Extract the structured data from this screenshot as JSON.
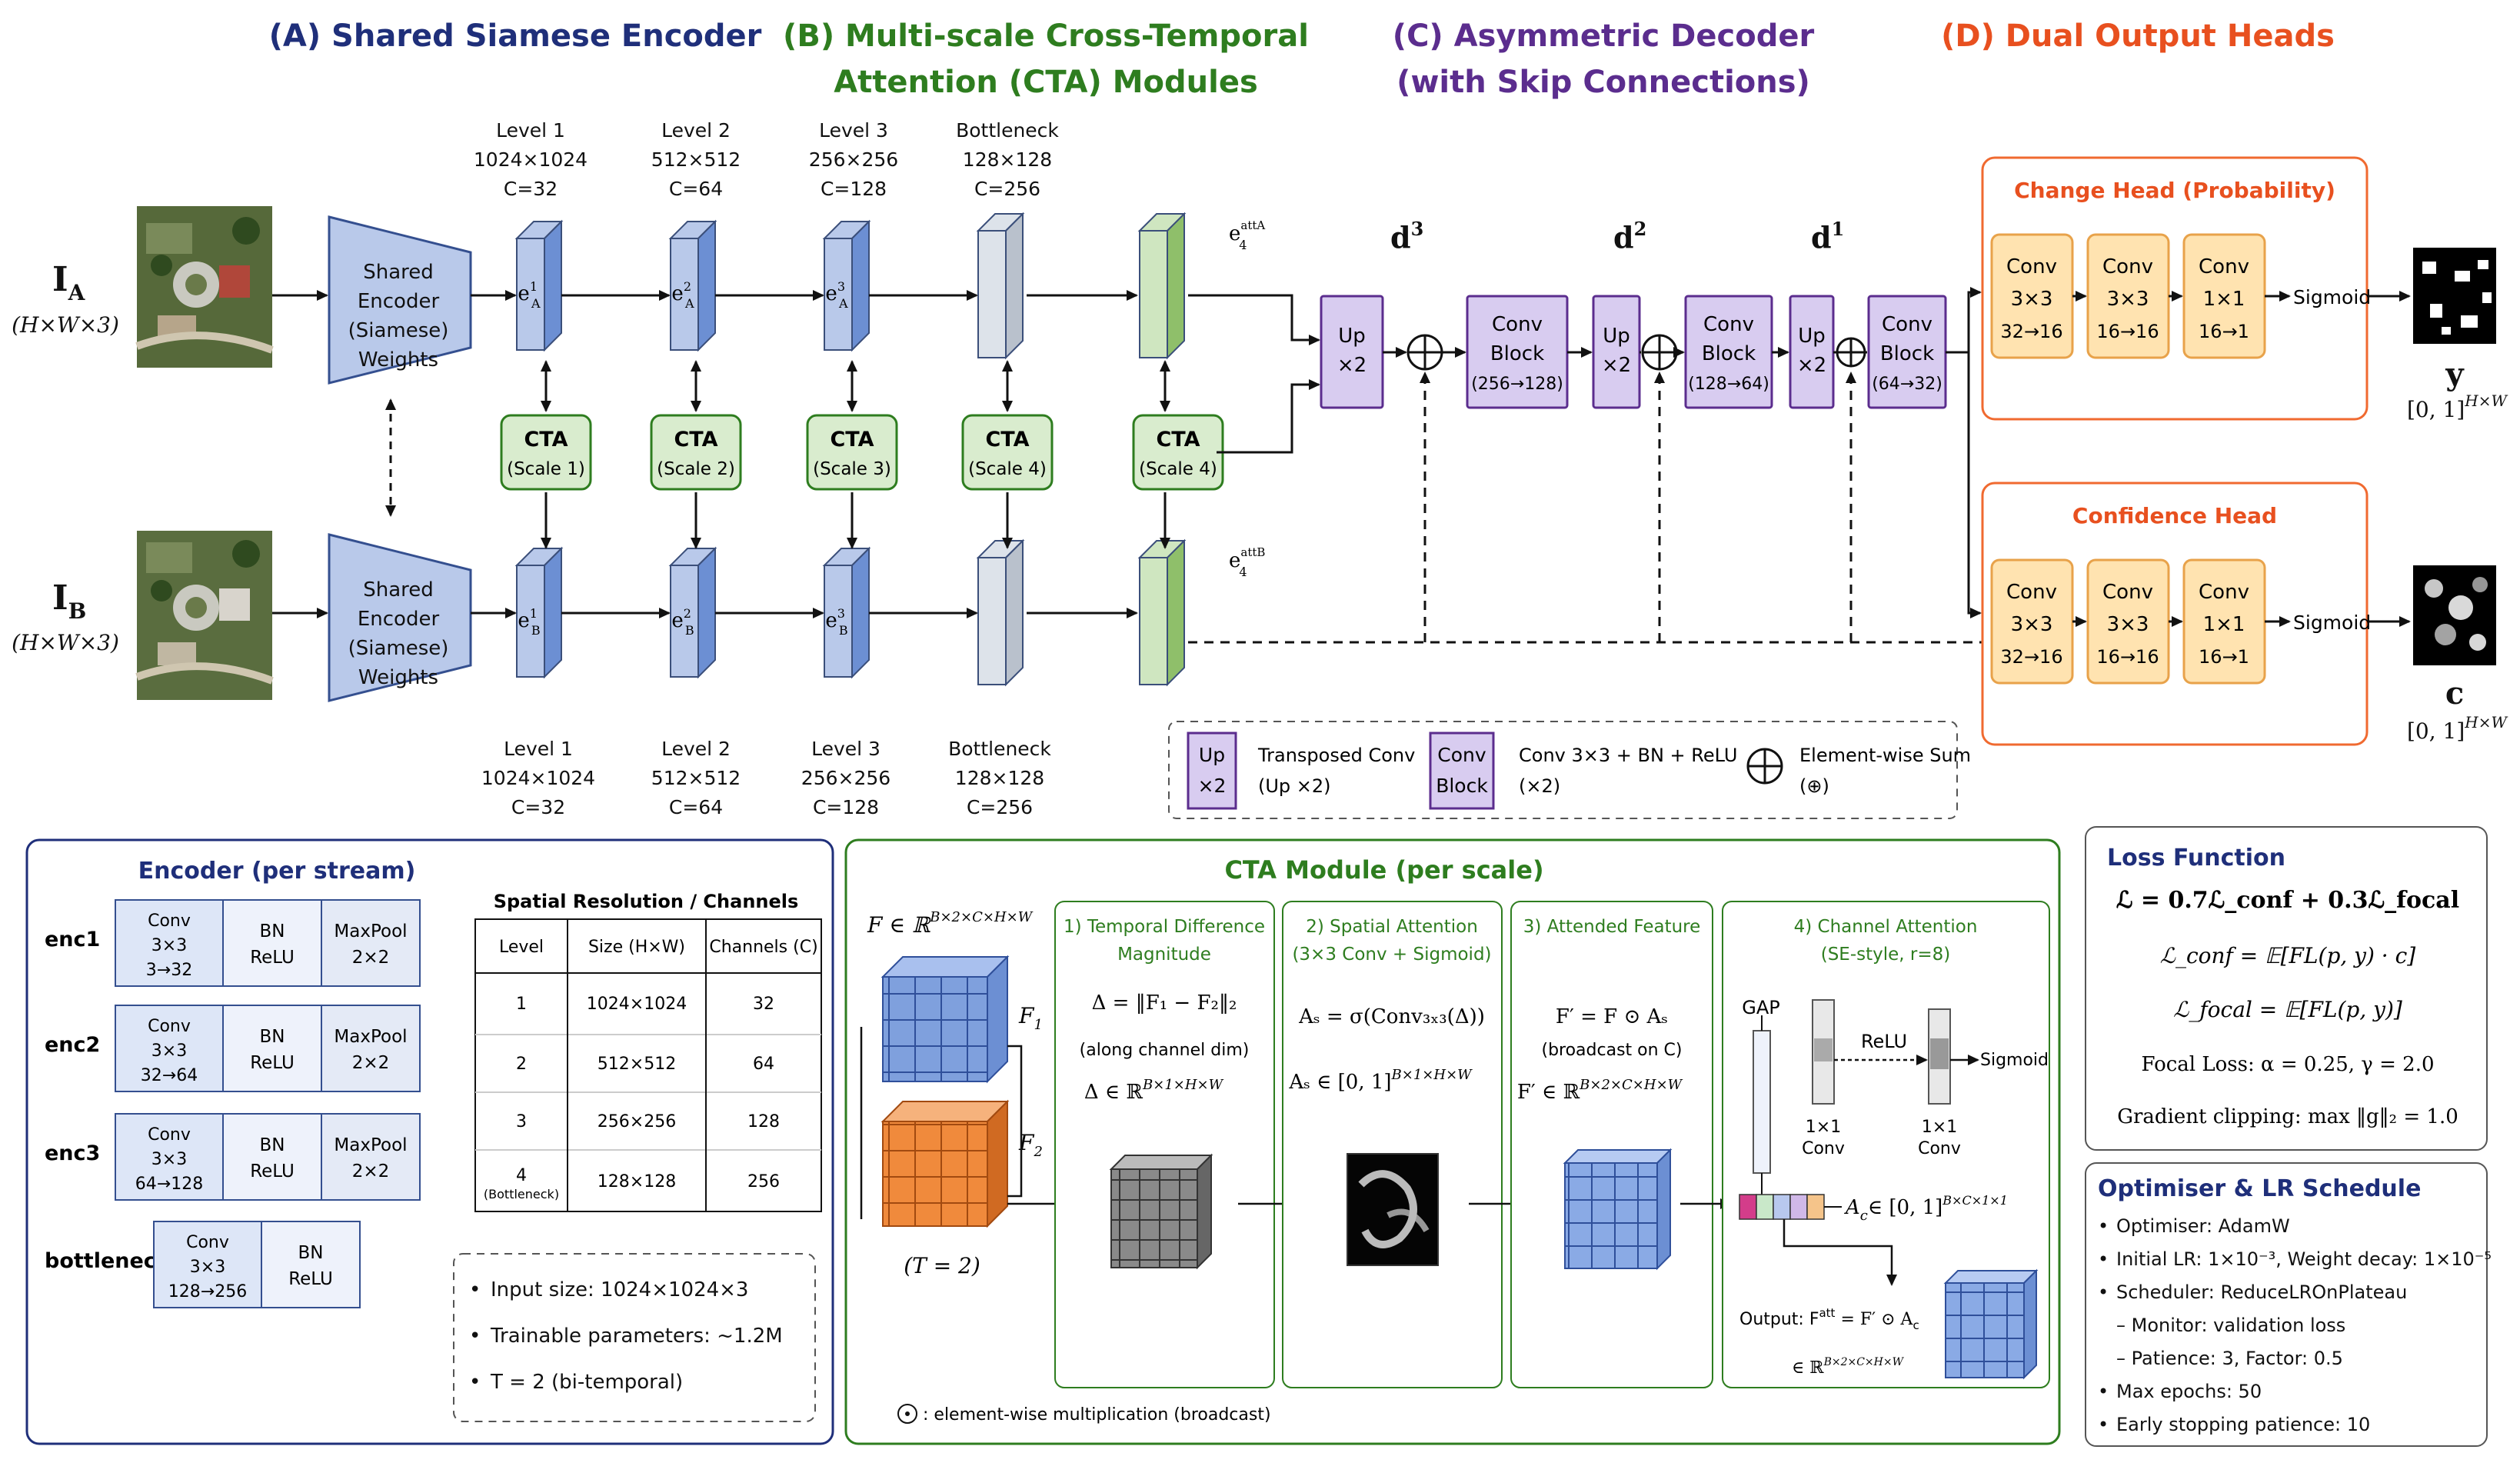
{
  "sections": {
    "a": "(A) Shared Siamese Encoder",
    "b1": "(B) Multi-scale Cross-Temporal",
    "b2": "Attention (CTA) Modules",
    "c1": "(C) Asymmetric Decoder",
    "c2": "(with Skip Connections)",
    "d": "(D) Dual Output Heads"
  },
  "colors": {
    "a": "#1f2f7a",
    "b": "#2e7d1f",
    "c": "#5b2d8e",
    "d": "#e8501f",
    "enc_fill": "#b9c9ea",
    "cta_fill": "#d9ecce",
    "dec_fill": "#d8ccf0",
    "head_fill": "#ffe3b0",
    "head_border": "#f06a30"
  },
  "inputs": {
    "a_label": "I",
    "a_sub": "A",
    "b_label": "I",
    "b_sub": "B",
    "dims": "(H×W×3)"
  },
  "encoder_block": [
    "Shared",
    "Encoder",
    "(Siamese)",
    "Weights"
  ],
  "levels": [
    {
      "name": "Level 1",
      "size": "1024×1024",
      "ch": "C=32"
    },
    {
      "name": "Level 2",
      "size": "512×512",
      "ch": "C=64"
    },
    {
      "name": "Level 3",
      "size": "256×256",
      "ch": "C=128"
    },
    {
      "name": "Bottleneck",
      "size": "128×128",
      "ch": "C=256"
    }
  ],
  "feature_labels": {
    "a": [
      {
        "m": "e",
        "sup": "1",
        "sub": "A"
      },
      {
        "m": "e",
        "sup": "2",
        "sub": "A"
      },
      {
        "m": "e",
        "sup": "3",
        "sub": "A"
      }
    ],
    "b": [
      {
        "m": "e",
        "sup": "1",
        "sub": "B"
      },
      {
        "m": "e",
        "sup": "2",
        "sub": "B"
      },
      {
        "m": "e",
        "sup": "3",
        "sub": "B"
      }
    ],
    "att_a": {
      "m": "e",
      "sup": "attA",
      "sub": "4"
    },
    "att_b": {
      "m": "e",
      "sup": "attB",
      "sub": "4"
    }
  },
  "cta_blocks": [
    {
      "title": "CTA",
      "scale": "(Scale 1)"
    },
    {
      "title": "CTA",
      "scale": "(Scale 2)"
    },
    {
      "title": "CTA",
      "scale": "(Scale 3)"
    },
    {
      "title": "CTA",
      "scale": "(Scale 4)"
    },
    {
      "title": "CTA",
      "scale": "(Scale 4)"
    }
  ],
  "decoder": {
    "d3": "d",
    "d3_sup": "3",
    "d2": "d",
    "d2_sup": "2",
    "d1": "d",
    "d1_sup": "1",
    "up": [
      "Up",
      "×2"
    ],
    "conv_blocks": [
      [
        "Conv",
        "Block",
        "(256→128)"
      ],
      [
        "Conv",
        "Block",
        "(128→64)"
      ],
      [
        "Conv",
        "Block",
        "(64→32)"
      ]
    ]
  },
  "legend": {
    "up": [
      "Up",
      "×2"
    ],
    "up_desc": [
      "Transposed Conv",
      "(Up ×2)"
    ],
    "conv": [
      "Conv",
      "Block"
    ],
    "conv_desc": [
      "Conv 3×3 + BN + ReLU",
      "(×2)"
    ],
    "sum_desc": "Element-wise Sum",
    "sum_sym": "(⊕)"
  },
  "heads": {
    "change_title": "Change Head (Probability)",
    "conf_title": "Confidence Head",
    "blocks": [
      [
        "Conv",
        "3×3",
        "32→16"
      ],
      [
        "Conv",
        "3×3",
        "16→16"
      ],
      [
        "Conv",
        "1×1",
        "16→1"
      ]
    ],
    "sigmoid": "Sigmoid",
    "y": "y",
    "c": "c",
    "range": "[0, 1]",
    "range_sup": "H×W"
  },
  "encoder_panel": {
    "title": "Encoder (per stream)",
    "rows": [
      {
        "name": "enc1",
        "conv": [
          "Conv",
          "3×3",
          "3→32"
        ],
        "bn": [
          "BN",
          "ReLU"
        ],
        "pool": [
          "MaxPool",
          "2×2"
        ]
      },
      {
        "name": "enc2",
        "conv": [
          "Conv",
          "3×3",
          "32→64"
        ],
        "bn": [
          "BN",
          "ReLU"
        ],
        "pool": [
          "MaxPool",
          "2×2"
        ]
      },
      {
        "name": "enc3",
        "conv": [
          "Conv",
          "3×3",
          "64→128"
        ],
        "bn": [
          "BN",
          "ReLU"
        ],
        "pool": [
          "MaxPool",
          "2×2"
        ]
      },
      {
        "name": "bottleneck",
        "conv": [
          "Conv",
          "3×3",
          "128→256"
        ],
        "bn": [
          "BN",
          "ReLU"
        ]
      }
    ],
    "table_title": "Spatial Resolution / Channels",
    "table_headers": [
      "Level",
      "Size (H×W)",
      "Channels (C)"
    ],
    "table_rows": [
      [
        "1",
        "1024×1024",
        "32"
      ],
      [
        "2",
        "512×512",
        "64"
      ],
      [
        "3",
        "256×256",
        "128"
      ],
      [
        "4",
        "128×128",
        "256"
      ]
    ],
    "table_row4_note": "(Bottleneck)",
    "notes": [
      "Input size:  1024×1024×3",
      "Trainable parameters:  ~1.2M",
      "T = 2  (bi-temporal)"
    ]
  },
  "cta_panel": {
    "title": "CTA Module (per scale)",
    "input_label": "F ∈ ℝ",
    "input_sup": "B×2×C×H×W",
    "f1": "F",
    "f1_sub": "1",
    "f2": "F",
    "f2_sub": "2",
    "t": "(T = 2)",
    "step1_title": [
      "1) Temporal Difference",
      "Magnitude"
    ],
    "step1": [
      "Δ = ‖F₁ − F₂‖₂",
      "(along channel dim)",
      "Δ ∈ ℝ"
    ],
    "step1_sup": "B×1×H×W",
    "step2_title": [
      "2) Spatial Attention",
      "(3×3 Conv + Sigmoid)"
    ],
    "step2": [
      "Aₛ = σ(Conv₃ₓ₃(Δ))",
      "Aₛ ∈ [0, 1]"
    ],
    "step2_sup": "B×1×H×W",
    "step3_title": [
      "3) Attended Feature"
    ],
    "step3": [
      "F′ = F ⊙ Aₛ",
      "(broadcast on C)",
      "F′ ∈ ℝ"
    ],
    "step3_sup": "B×2×C×H×W",
    "step4_title": [
      "4) Channel Attention",
      "(SE-style, r=8)"
    ],
    "gap": "GAP",
    "relu": "ReLU",
    "sigmoid": "Sigmoid",
    "conv11": [
      "1×1",
      "Conv"
    ],
    "ac": "A",
    "ac_sub": "c",
    "ac_range": "∈ [0, 1]",
    "ac_sup": "B×C×1×1",
    "output": "Output: F",
    "output_sup": "att",
    "output_rest": " = F′ ⊙ A",
    "output_sub": "c",
    "output_dom": "∈ ℝ",
    "output_dom_sup": "B×2×C×H×W",
    "footnote": ": element-wise multiplication (broadcast)"
  },
  "loss": {
    "title": "Loss Function",
    "eq1": "ℒ = 0.7ℒ_conf + 0.3ℒ_focal",
    "eq2": "ℒ_conf = 𝔼[FL(p, y) · c]",
    "eq3": "ℒ_focal = 𝔼[FL(p, y)]",
    "eq4": "Focal Loss:  α = 0.25,  γ = 2.0",
    "eq5": "Gradient clipping:  max ‖g‖₂ = 1.0"
  },
  "optim": {
    "title": "Optimiser & LR Schedule",
    "items": [
      "Optimiser:  AdamW",
      "Initial LR: 1×10⁻³, Weight decay: 1×10⁻⁵",
      "Scheduler:  ReduceLROnPlateau",
      "–  Monitor:  validation loss",
      "–  Patience:  3,  Factor:  0.5",
      "Max epochs:  50",
      "Early stopping patience:  10"
    ]
  }
}
